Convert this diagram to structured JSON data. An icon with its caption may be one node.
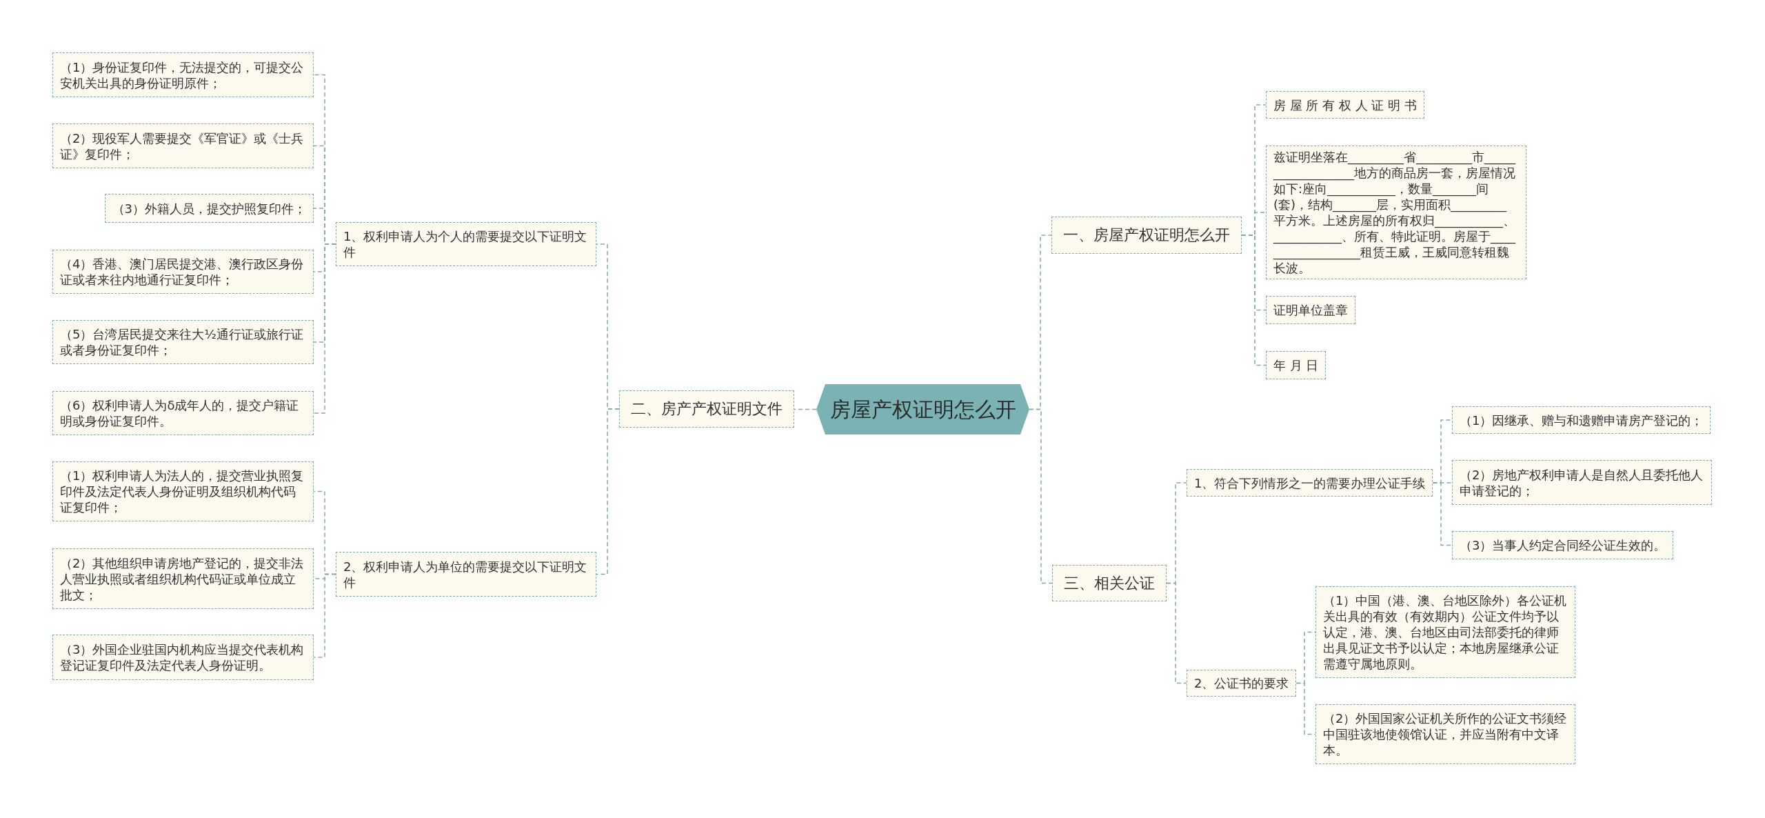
{
  "diagram": {
    "nodes": [
      {
        "text": [
          "房屋产权证明怎么开"
        ]
      },
      {
        "text": [
          "二、房产产权证明文件"
        ]
      },
      {
        "text": [
          "1、权利申请人为个人的需要提交以下证明文件"
        ]
      },
      {
        "text": [
          "（1）身份证复印件，无法提交的，可提交公安机关出具的身份证明原件；"
        ]
      },
      {
        "text": [
          "（2）现役军人需要提交《军官证》或《士兵证》复印件；"
        ]
      },
      {
        "text": [
          "（3）外籍人员，提交护照复印件；"
        ]
      },
      {
        "text": [
          "（4）香港、澳门居民提交港、澳行政区身份证或者来往内地通行证复印件；"
        ]
      },
      {
        "text": [
          "（5）台湾居民提交来往大½通行证或旅行证或者身份证复印件；"
        ]
      },
      {
        "text": [
          "（6）权利申请人为δ成年人的，提交户籍证明或身份证复印件。"
        ]
      },
      {
        "text": [
          "2、权利申请人为单位的需要提交以下证明文件"
        ]
      },
      {
        "text": [
          "（1）权利申请人为法人的，提交营业执照复印件及法定代表人身份证明及组织机构代码证复印件；"
        ]
      },
      {
        "text": [
          "（2）其他组织申请房地产登记的，提交非法人营业执照或者组织机构代码证或单位成立批文；"
        ]
      },
      {
        "text": [
          "（3）外国企业驻国内机构应当提交代表机构登记证复印件及法定代表人身份证明。"
        ]
      },
      {
        "text": [
          "一、房屋产权证明怎么开"
        ]
      },
      {
        "text": [
          "房 屋 所 有 权 人 证 明 书"
        ]
      },
      {
        "text": [
          "兹证明坐落在_________省_________市__________________地方的商品房一套，房屋情况如下:座向___________，数量_______间(套)，结构_______层，实用面积_________平方米。上述房屋的所有权归___________、___________、所有、特此证明。房屋于__________________租赁王威，王威同意转租魏长波。"
        ]
      },
      {
        "text": [
          "证明单位盖章"
        ]
      },
      {
        "text": [
          "年 月 日"
        ]
      },
      {
        "text": [
          "三、相关公证"
        ]
      },
      {
        "text": [
          "1、符合下列情形之一的需要办理公证手续"
        ]
      },
      {
        "text": [
          "（1）因继承、赠与和遗赠申请房产登记的；"
        ]
      },
      {
        "text": [
          "（2）房地产权利申请人是自然人且委托他人申请登记的；"
        ]
      },
      {
        "text": [
          "（3）当事人约定合同经公证生效的。"
        ]
      },
      {
        "text": [
          "2、公证书的要求"
        ]
      },
      {
        "text": [
          "（1）中国（港、澳、台地区除外）各公证机关出具的有效（有效期内）公证文件均予以认定，港、澳、台地区由司法部委托的律师出具见证文书予以认定；本地房屋继承公证需遵守属地原则。"
        ]
      },
      {
        "text": [
          "（2）外国国家公证机关所作的公证文书须经中国驻该地使领馆认证，并应当附有中文译本。"
        ]
      }
    ],
    "edges": [
      {
        "from": 0,
        "to": 1,
        "arrow": "none"
      },
      {
        "from": 1,
        "to": 2,
        "arrow": "none"
      },
      {
        "from": 2,
        "to": 3,
        "arrow": "none"
      },
      {
        "from": 2,
        "to": 4,
        "arrow": "none"
      },
      {
        "from": 2,
        "to": 5,
        "arrow": "none"
      },
      {
        "from": 2,
        "to": 6,
        "arrow": "none"
      },
      {
        "from": 2,
        "to": 7,
        "arrow": "none"
      },
      {
        "from": 2,
        "to": 8,
        "arrow": "none"
      },
      {
        "from": 1,
        "to": 9,
        "arrow": "none"
      },
      {
        "from": 9,
        "to": 10,
        "arrow": "none"
      },
      {
        "from": 9,
        "to": 11,
        "arrow": "none"
      },
      {
        "from": 9,
        "to": 12,
        "arrow": "none"
      },
      {
        "from": 0,
        "to": 13,
        "arrow": "none"
      },
      {
        "from": 13,
        "to": 14,
        "arrow": "none"
      },
      {
        "from": 13,
        "to": 15,
        "arrow": "none"
      },
      {
        "from": 13,
        "to": 16,
        "arrow": "none"
      },
      {
        "from": 13,
        "to": 17,
        "arrow": "none"
      },
      {
        "from": 0,
        "to": 18,
        "arrow": "none"
      },
      {
        "from": 18,
        "to": 19,
        "arrow": "none"
      },
      {
        "from": 19,
        "to": 20,
        "arrow": "none"
      },
      {
        "from": 19,
        "to": 21,
        "arrow": "none"
      },
      {
        "from": 19,
        "to": 22,
        "arrow": "none"
      },
      {
        "from": 18,
        "to": 23,
        "arrow": "none"
      },
      {
        "from": 23,
        "to": 24,
        "arrow": "none"
      },
      {
        "from": 23,
        "to": 25,
        "arrow": "none"
      }
    ]
  }
}
